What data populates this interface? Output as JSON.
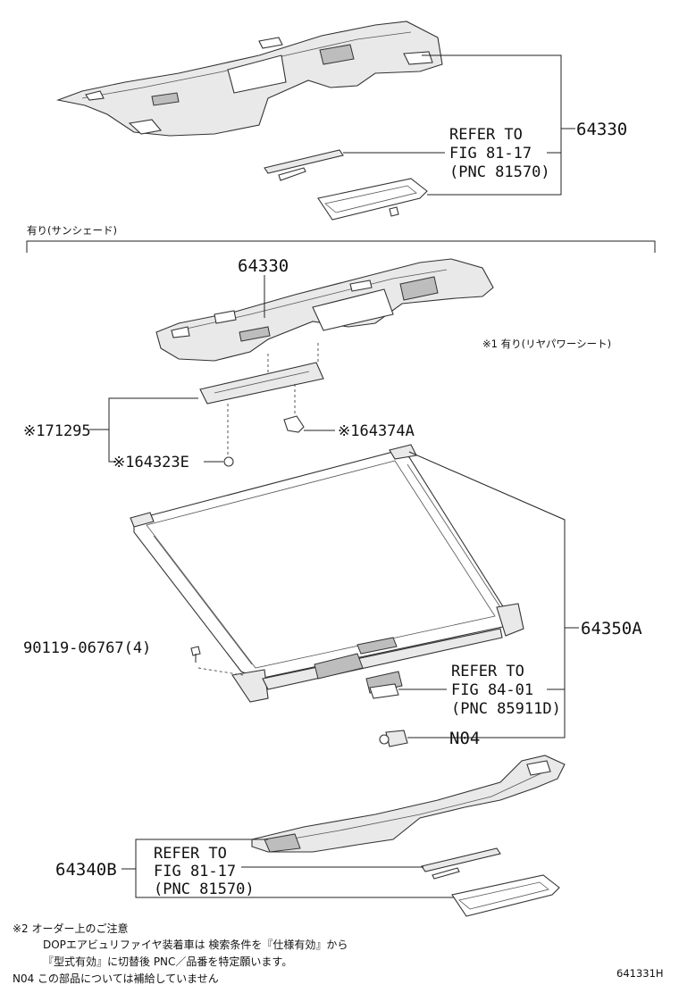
{
  "callouts": {
    "top_part": "64330",
    "refer_top": {
      "line1": "REFER TO",
      "line2": "FIG 81-17",
      "line3": "(PNC 81570)"
    },
    "section_label": "有り(サンシェード)",
    "mid_part": "64330",
    "note_mark_1": "※1 有り(リヤパワーシート)",
    "part_71295": "※171295",
    "part_64374A": "※164374A",
    "part_64323E": "※164323E",
    "part_64350A": "64350A",
    "part_bolt": "90119-06767(4)",
    "refer_mid": {
      "line1": "REFER TO",
      "line2": "FIG 84-01",
      "line3": "(PNC 85911D)"
    },
    "part_N04": "N04",
    "part_64340B": "64340B",
    "refer_bottom": {
      "line1": "REFER TO",
      "line2": "FIG 81-17",
      "line3": "(PNC 81570)"
    }
  },
  "notes": {
    "line1": "※2  オーダー上のご注意",
    "line2": "DOPエアビュリファイヤ装着車は 検索条件を『仕様有効』から",
    "line3": "『型式有効』に切替後 PNC／品番を特定願います。",
    "line4": "N04  この部品については補給していません"
  },
  "figure_id": "641331H"
}
